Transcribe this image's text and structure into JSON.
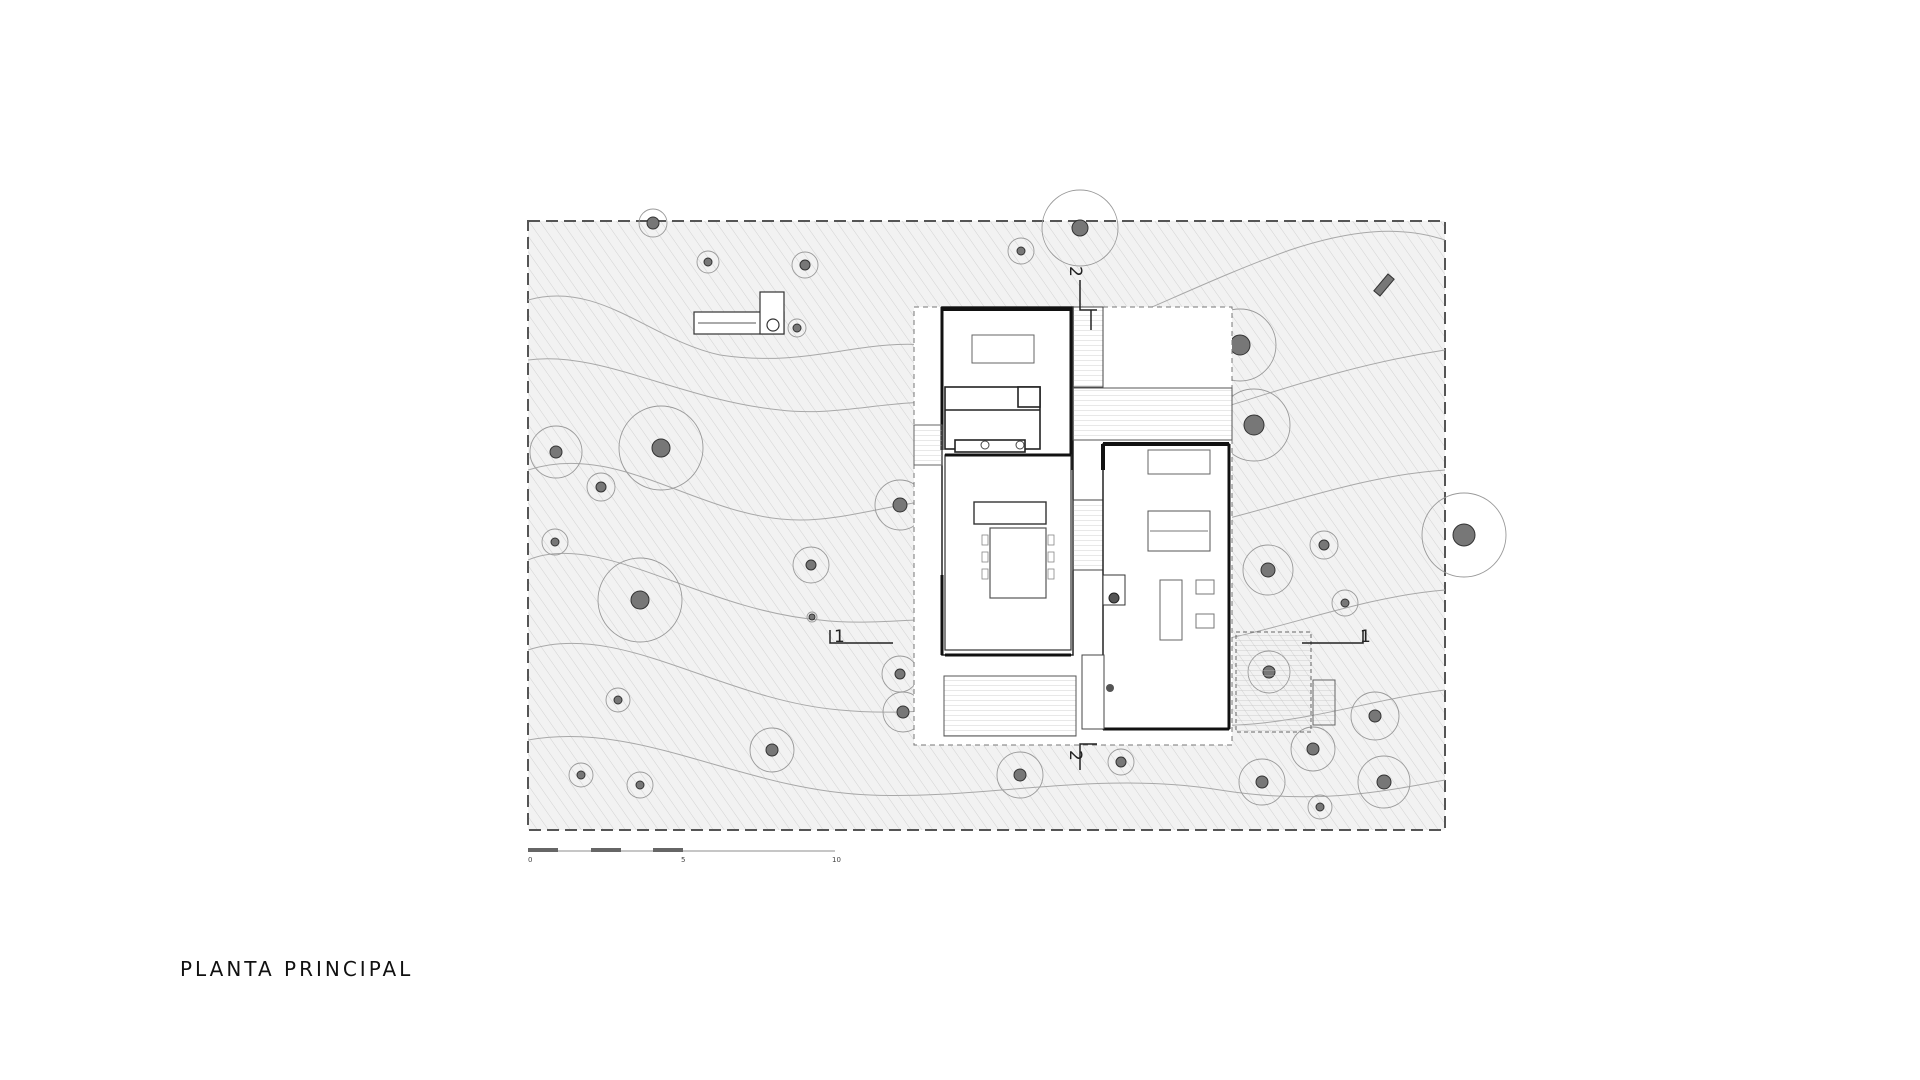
{
  "title": "PLANTA PRINCIPAL",
  "scale_bar": {
    "labels": [
      "0",
      "5",
      "10"
    ]
  },
  "section_marks": {
    "a": "1",
    "b": "2"
  },
  "colors": {
    "line": "#222222",
    "hatch": "#cfcfcf",
    "tree": "#777777",
    "ring": "#9a9a9a"
  }
}
